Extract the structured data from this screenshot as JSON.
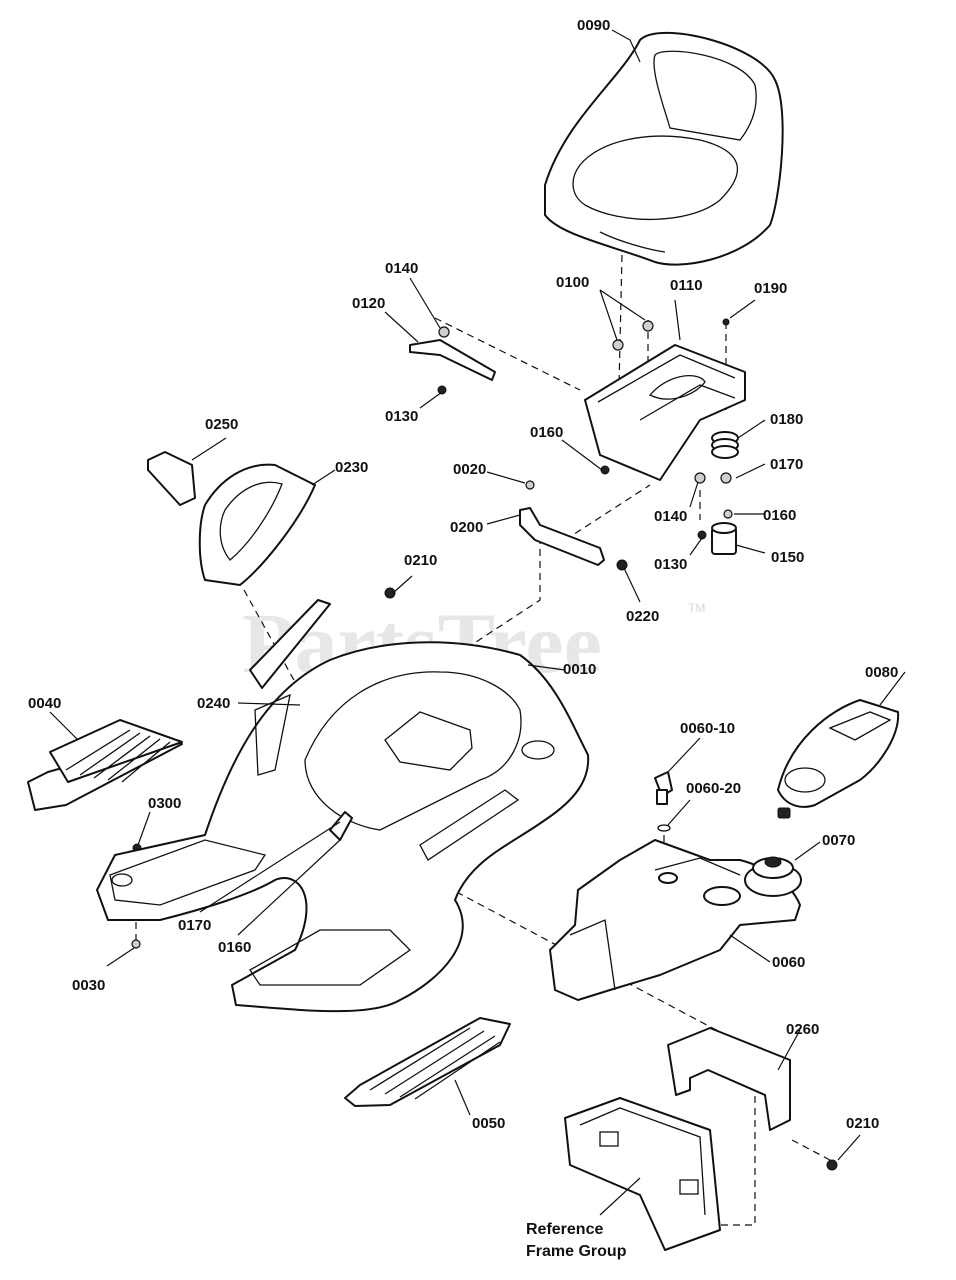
{
  "watermark": {
    "text": "PartsTree",
    "trademark": "TM"
  },
  "labels": {
    "l0010": "0010",
    "l0020": "0020",
    "l0030": "0030",
    "l0040": "0040",
    "l0050": "0050",
    "l0060": "0060",
    "l0060_10": "0060-10",
    "l0060_20": "0060-20",
    "l0070": "0070",
    "l0080": "0080",
    "l0090": "0090",
    "l0100": "0100",
    "l0110": "0110",
    "l0120": "0120",
    "l0130a": "0130",
    "l0130b": "0130",
    "l0140a": "0140",
    "l0140b": "0140",
    "l0150": "0150",
    "l0160a": "0160",
    "l0160b": "0160",
    "l0160c": "0160",
    "l0170a": "0170",
    "l0170b": "0170",
    "l0180": "0180",
    "l0190": "0190",
    "l0200": "0200",
    "l0210a": "0210",
    "l0210b": "0210",
    "l0220": "0220",
    "l0230": "0230",
    "l0240": "0240",
    "l0250": "0250",
    "l0260": "0260",
    "l0300": "0300"
  },
  "reference": {
    "line1": "Reference",
    "line2": "Frame Group"
  }
}
